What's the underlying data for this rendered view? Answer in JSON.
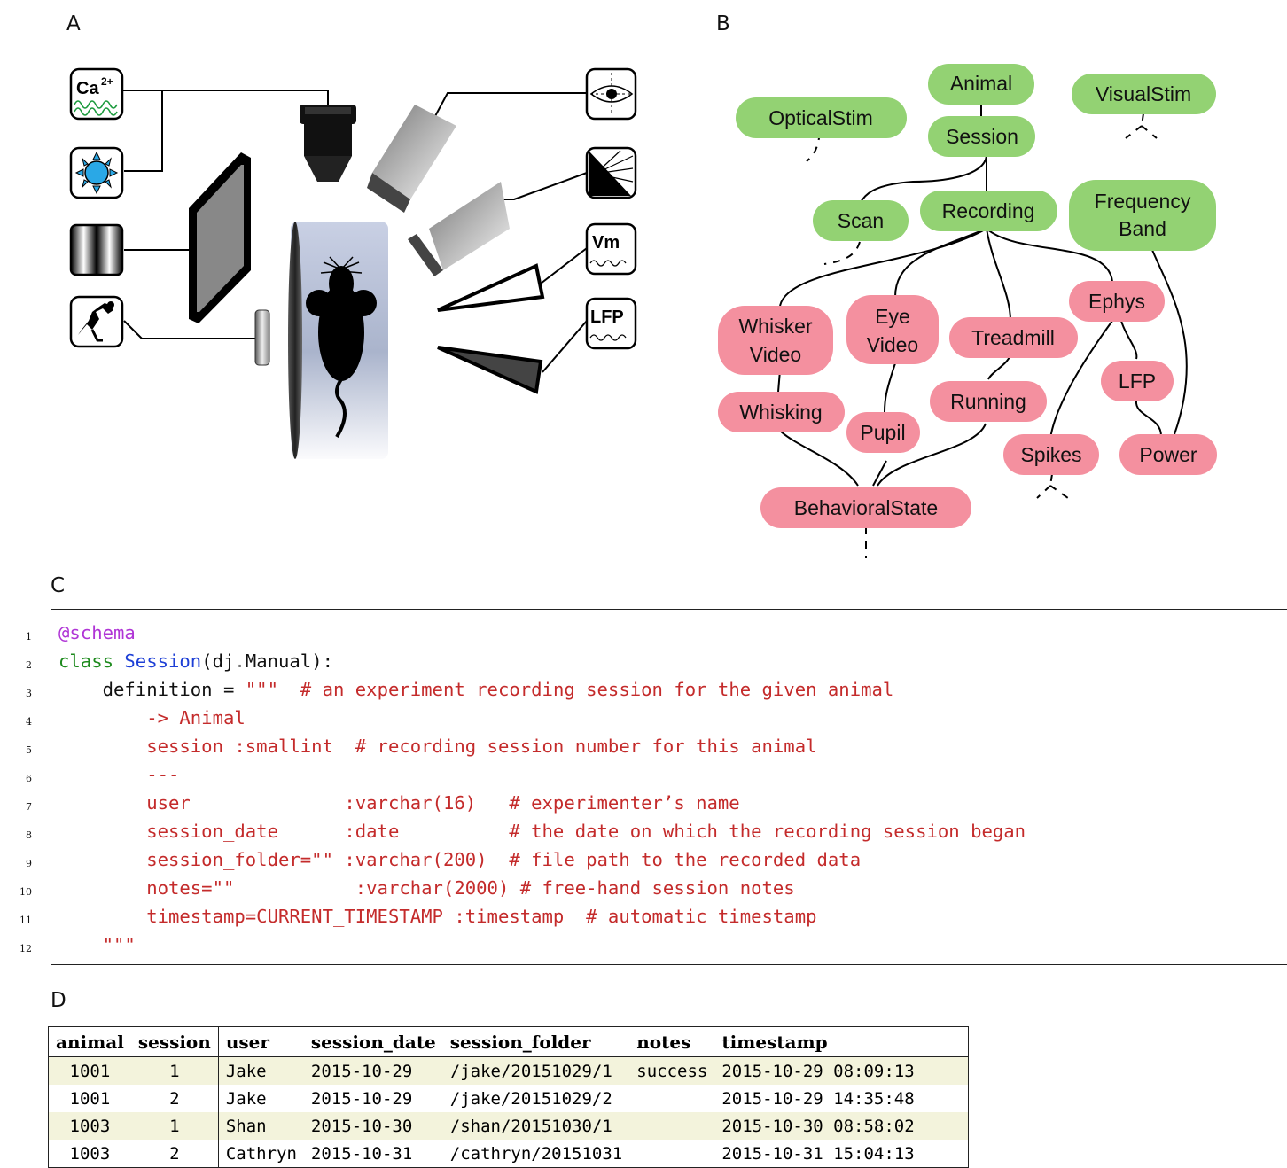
{
  "panels": {
    "a": "A",
    "b": "B",
    "c": "C",
    "d": "D"
  },
  "panel_a": {
    "icons": {
      "calcium_label": "Ca",
      "calcium_sup": "2+",
      "vm_label": "Vm",
      "lfp_label": "LFP"
    }
  },
  "panel_b": {
    "green_nodes": {
      "animal": "Animal",
      "session": "Session",
      "optical_stim": "OpticalStim",
      "visual_stim": "VisualStim",
      "scan": "Scan",
      "recording": "Recording",
      "frequency_band_1": "Frequency",
      "frequency_band_2": "Band"
    },
    "pink_nodes": {
      "whisker_video_1": "Whisker",
      "whisker_video_2": "Video",
      "eye_video_1": "Eye",
      "eye_video_2": "Video",
      "treadmill": "Treadmill",
      "ephys": "Ephys",
      "lfp": "LFP",
      "whisking": "Whisking",
      "pupil": "Pupil",
      "running": "Running",
      "spikes": "Spikes",
      "power": "Power",
      "behavioral_state": "BehavioralState"
    },
    "colors": {
      "green": "#93d273",
      "pink": "#f4909f"
    }
  },
  "panel_c": {
    "line_numbers": [
      "1",
      "2",
      "3",
      "4",
      "5",
      "6",
      "7",
      "8",
      "9",
      "10",
      "11",
      "12"
    ],
    "code": {
      "l1": "@schema",
      "l2_kw": "class",
      "l2_name": "Session",
      "l2_base_a": "(dj",
      "l2_dot": ".",
      "l2_base_b": "Manual):",
      "l3_lhs": "    definition = ",
      "l3_str": "\"\"\"  # an experiment recording session for the given animal",
      "l4": "        -> Animal",
      "l5": "        session :smallint  # recording session number for this animal",
      "l6": "        ---",
      "l7": "        user              :varchar(16)   # experimenter’s name",
      "l8": "        session_date      :date          # the date on which the recording session began",
      "l9": "        session_folder=\"\" :varchar(200)  # file path to the recorded data",
      "l10": "        notes=\"\"           :varchar(2000) # free-hand session notes",
      "l11": "        timestamp=CURRENT_TIMESTAMP :timestamp  # automatic timestamp",
      "l12": "    \"\"\""
    }
  },
  "panel_d": {
    "headers": [
      "animal",
      "session",
      "user",
      "session_date",
      "session_folder",
      "notes",
      "timestamp"
    ],
    "rows": [
      [
        "1001",
        "1",
        "Jake",
        "2015-10-29",
        "/jake/20151029/1",
        "success",
        "2015-10-29 08:09:13"
      ],
      [
        "1001",
        "2",
        "Jake",
        "2015-10-29",
        "/jake/20151029/2",
        "",
        "2015-10-29 14:35:48"
      ],
      [
        "1003",
        "1",
        "Shan",
        "2015-10-30",
        "/shan/20151030/1",
        "",
        "2015-10-30 08:58:02"
      ],
      [
        "1003",
        "2",
        "Cathryn",
        "2015-10-31",
        "/cathryn/20151031",
        "",
        "2015-10-31 15:04:13"
      ]
    ],
    "stripe_color": "#f3f3dc"
  }
}
